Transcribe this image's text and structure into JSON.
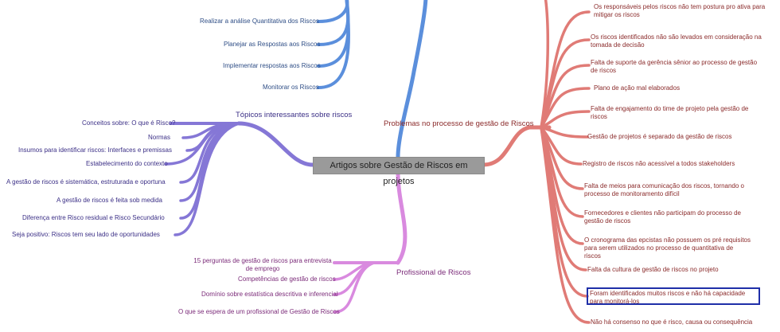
{
  "central": {
    "label": "Artigos sobre Gestão de Riscos em projetos"
  },
  "colors": {
    "blue": "#5b8fdc",
    "violet": "#8577d6",
    "magenta": "#d98adf",
    "red": "#e07b76",
    "highlight": "#1f2fa8"
  },
  "top_branch": {
    "items": [
      "Realizar a análise Quantitativa dos Riscos",
      "Planejar as Respostas aos Riscos",
      "Implementar respostas aos Riscos",
      "Monitorar os Riscos"
    ]
  },
  "left_branch": {
    "label": "Tópicos interessantes sobre riscos",
    "items": [
      "Conceitos sobre: O que é Risco?",
      "Normas",
      "Insumos para identificar riscos: Interfaces e premissas",
      "Estabelecimento do contexto",
      "A gestão de riscos é sistemática, estruturada e oportuna",
      "A gestão de riscos é feita sob medida",
      "Diferença entre Risco residual e Risco Secundário",
      "Seja positivo: Riscos tem seu lado de oportunidades"
    ]
  },
  "bottom_branch": {
    "label": "Profissional de Riscos",
    "items": [
      "15 perguntas de gestão de riscos para entrevista de emprego",
      "Competências de gestão de riscos",
      "Domínio sobre estatística descritiva e inferencial",
      "O que se espera de um profissional de Gestão de Riscos"
    ]
  },
  "right_branch": {
    "label": "Problemas no processo de gestão de Riscos",
    "items": [
      "Os responsáveis pelos riscos não tem postura pro ativa para mitigar os riscos",
      "Os riscos identificados não são levados em consideração na tomada de decisão",
      "Falta de suporte da gerência sênior ao processo de gestão de riscos",
      "Plano de ação mal elaborados",
      "Falta de engajamento do time de projeto pela gestão de riscos",
      "Gestão de projetos é separado da gestão de riscos",
      "Registro de riscos não acessível a todos stakeholders",
      "Falta de meios para comunicação dos riscos, tornando o processo de monitoramento difícil",
      "Fornecedores e clientes não participam do processo de gestão de riscos",
      "O cronograma das epcistas não possuem os pré requisitos para serem utilizados no processo de quantitativa de riscos",
      "Falta da cultura de gestão de riscos no projeto",
      "Foram identificados muitos riscos e não há capacidade para monitorá-los",
      "Não há consenso no que é risco, causa ou consequência"
    ]
  }
}
